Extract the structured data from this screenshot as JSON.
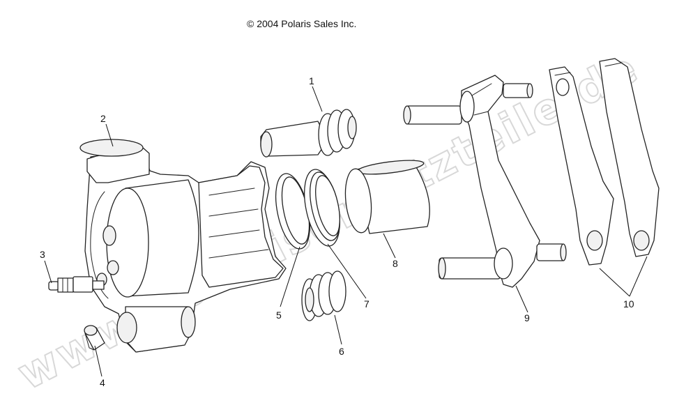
{
  "copyright": "© 2004 Polaris Sales Inc.",
  "watermark": "www.polarisersatzteile.de",
  "callouts": [
    "1",
    "2",
    "3",
    "4",
    "5",
    "6",
    "7",
    "8",
    "9",
    "10"
  ],
  "colors": {
    "line": "#222222",
    "watermark": "#d8d8d8",
    "background": "#ffffff"
  }
}
